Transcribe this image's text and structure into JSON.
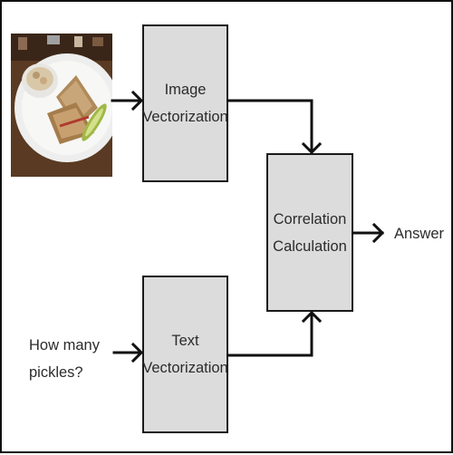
{
  "diagram": {
    "nodes": {
      "image_vectorization": {
        "label": "Image\nVectorization"
      },
      "text_vectorization": {
        "label": "Text\nVectorization"
      },
      "correlation_calculation": {
        "label": "Correlation\nCalculation"
      }
    },
    "question": {
      "text": "How many\npickles?"
    },
    "output": {
      "text": "Answer"
    },
    "input_image": {
      "icon": "sandwich-photo"
    },
    "edges": [
      {
        "from": "input_image",
        "to": "image_vectorization"
      },
      {
        "from": "question",
        "to": "text_vectorization"
      },
      {
        "from": "image_vectorization",
        "to": "correlation_calculation"
      },
      {
        "from": "text_vectorization",
        "to": "correlation_calculation"
      },
      {
        "from": "correlation_calculation",
        "to": "output"
      }
    ],
    "colors": {
      "box_fill": "#dcdcdc",
      "stroke": "#111111",
      "text": "#2b2b2b"
    }
  }
}
